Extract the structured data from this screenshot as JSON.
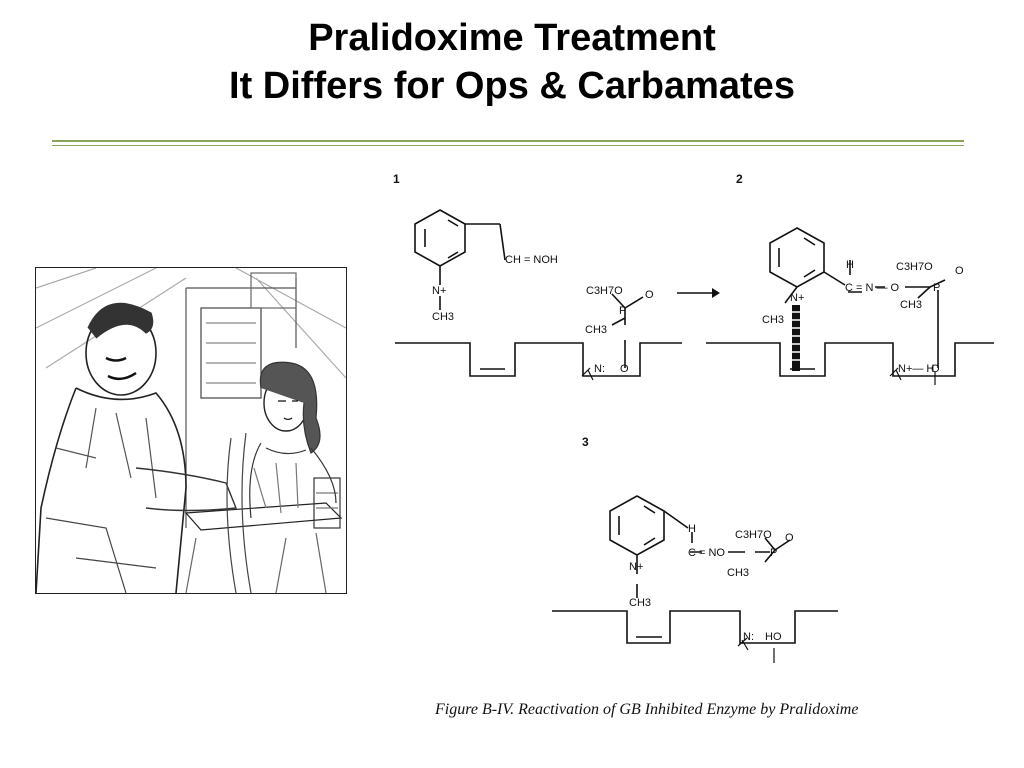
{
  "slide": {
    "title_line1": "Pralidoxime Treatment",
    "title_line2": "It Differs for Ops & Carbamates"
  },
  "illustration": {
    "description_icon": "sketch-illustration"
  },
  "diagram": {
    "panel_labels": [
      "1",
      "2",
      "3"
    ],
    "panel1": {
      "oxime_group": "CH = NOH",
      "n_plus": "N+",
      "ch3_on_n": "CH3",
      "p_alkoxy": "C3H7O",
      "p_methyl": "CH3",
      "p_atom": "P",
      "p_oxo": "O",
      "site_n": "N:",
      "site_o": "O"
    },
    "panel2": {
      "h_atom": "H",
      "oxime_link": "C = N — O",
      "n_plus": "N+",
      "ch3_on_n": "CH3",
      "p_alkoxy": "C3H7O",
      "p_methyl": "CH3",
      "p_atom": "P",
      "p_oxo": "O",
      "site_nh": "N+— H",
      "site_o": "O"
    },
    "panel3": {
      "h_atom": "H",
      "oxime_link": "C = NO",
      "n_plus": "N+",
      "ch3_on_n": "CH3",
      "p_alkoxy": "C3H7O",
      "p_methyl": "CH3",
      "p_atom": "P",
      "p_oxo": "O",
      "site_n": "N:",
      "site_ho": "HO"
    },
    "caption": "Figure B-IV.  Reactivation of GB Inhibited Enzyme by Pralidoxime"
  }
}
